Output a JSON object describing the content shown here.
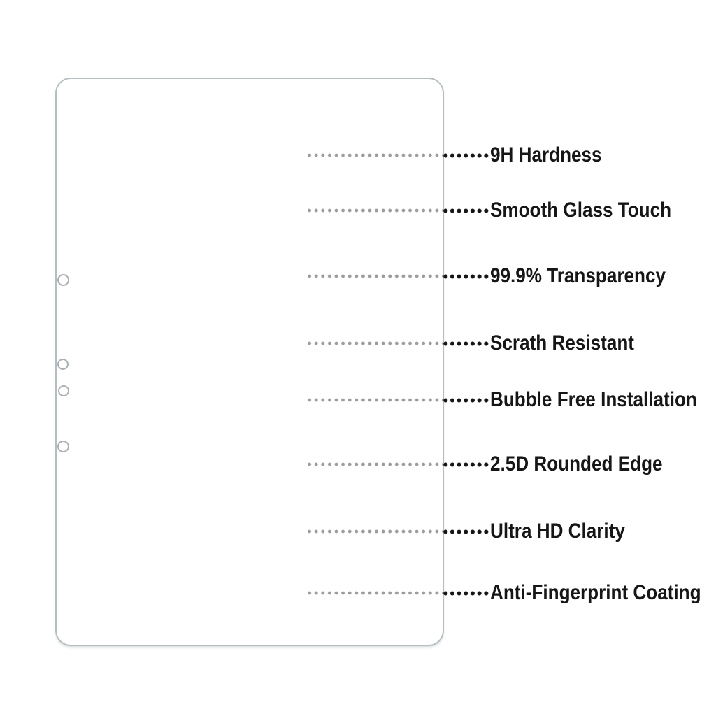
{
  "diagram": {
    "subject": "tablet-screen-protector-outline",
    "colors": {
      "background": "#ffffff",
      "outline": "#b5bec1",
      "cutout_stroke": "#a9b1b4",
      "leader_gray_dots": "#9c9c9c",
      "leader_black_dots": "#161616",
      "label_text": "#161616"
    },
    "cutout_count": 4
  },
  "callouts": [
    {
      "label": "9H Hardness"
    },
    {
      "label": "Smooth Glass Touch"
    },
    {
      "label": "99.9% Transparency"
    },
    {
      "label": "Scrath Resistant"
    },
    {
      "label": "Bubble Free Installation"
    },
    {
      "label": "2.5D Rounded Edge"
    },
    {
      "label": "Ultra HD Clarity"
    },
    {
      "label": "Anti-Fingerprint Coating"
    }
  ]
}
